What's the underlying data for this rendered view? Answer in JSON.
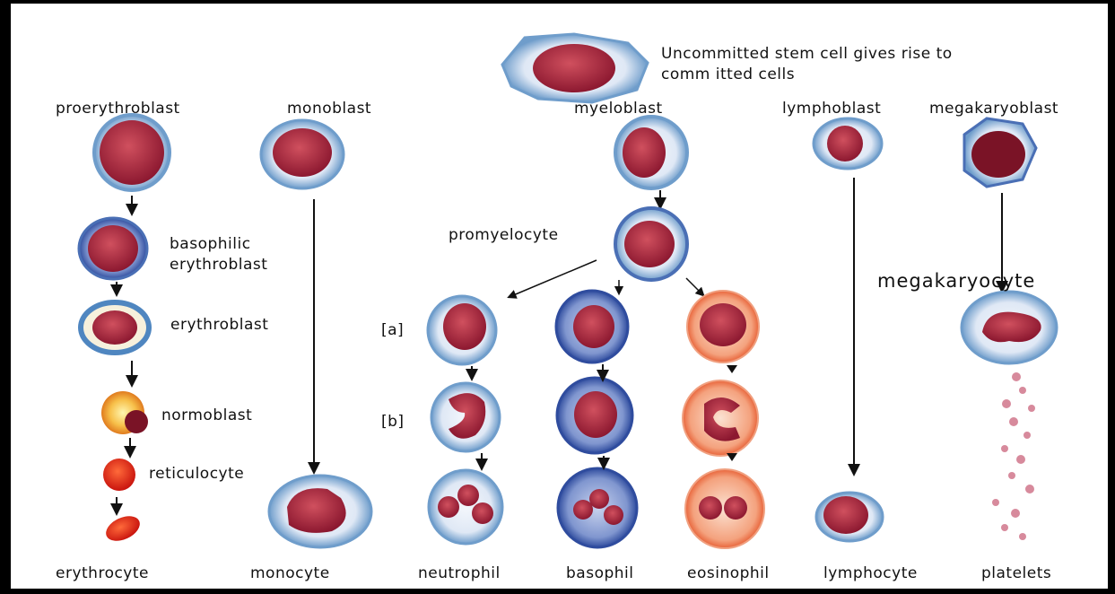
{
  "stem_text_line1": "Uncommitted  stem  cell gives rise to",
  "stem_text_line2": "comm itted cells",
  "top_labels": {
    "proerythroblast": "proerythroblast",
    "monoblast": "monoblast",
    "myeloblast": "myeloblast",
    "lymphoblast": "lymphoblast",
    "megakaryoblast": "megakaryoblast"
  },
  "side_labels": {
    "basophilic_1": "basophilic",
    "basophilic_2": "erythroblast",
    "erythroblast": "erythroblast",
    "normoblast": "normoblast",
    "reticulocyte": "reticulocyte",
    "promyelocyte": "promyelocyte",
    "megakaryocyte": "megakaryocyte",
    "stage_a": "[a]",
    "stage_b": "[b]"
  },
  "bottom_labels": {
    "erythrocyte": "erythrocyte",
    "monocyte": "monocyte",
    "neutrophil": "neutrophil",
    "basophil": "basophil",
    "eosinophil": "eosinophil",
    "lymphocyte": "lymphocyte",
    "platelets": "platelets"
  },
  "colors": {
    "nucleus": "#a2213a",
    "cytoplasm_blue": "#7aa6d0",
    "cytoplasm_pale": "#eef3fa",
    "basophil_blue": "#3a56a8",
    "eosin_orange": "#e8643a",
    "rbc_red": "#e0231a",
    "arrow": "#111111"
  }
}
